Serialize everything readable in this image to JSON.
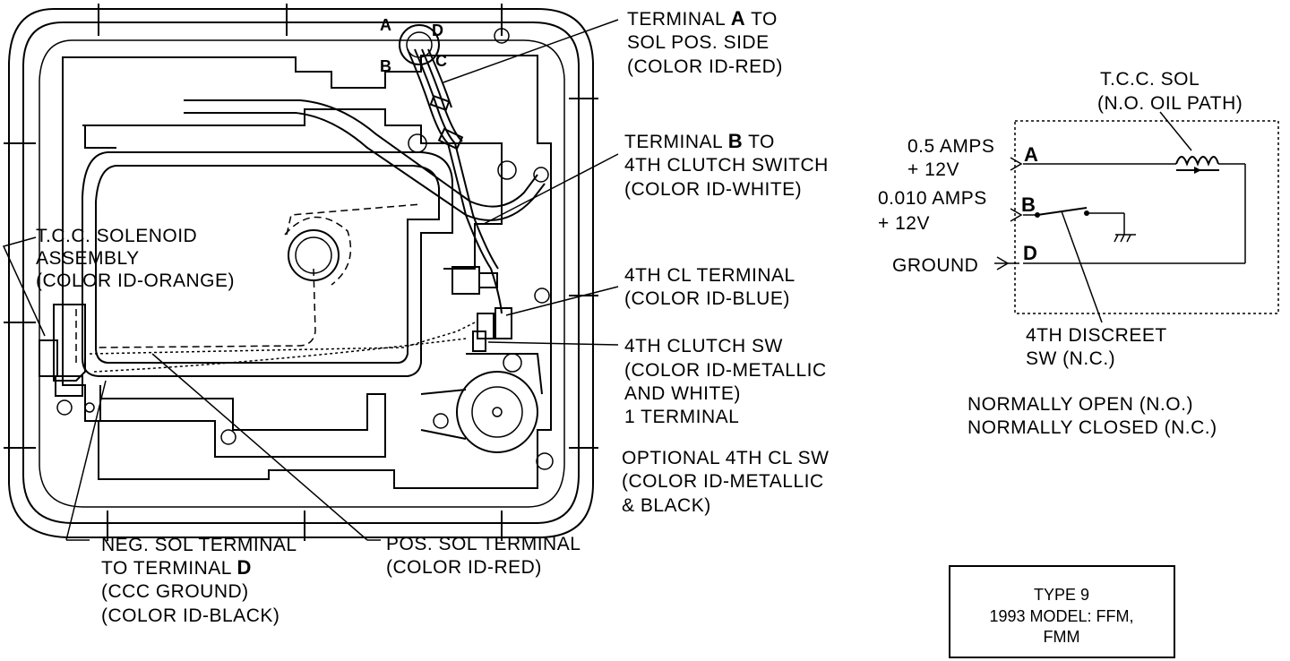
{
  "labels": {
    "term_a": [
      "TERMINAL ",
      "A",
      " TO",
      "SOL POS. SIDE",
      "(COLOR ID-RED)"
    ],
    "term_b": [
      "TERMINAL ",
      "B",
      " TO",
      "4TH CLUTCH SWITCH",
      "(COLOR ID-WHITE)"
    ],
    "tcc_assembly": [
      "T.C.C. SOLENOID",
      "ASSEMBLY",
      "(COLOR ID-ORANGE)"
    ],
    "cl_terminal": [
      "4TH CL TERMINAL",
      "(COLOR ID-BLUE)"
    ],
    "clutch_sw": [
      "4TH CLUTCH SW",
      "(COLOR ID-METALLIC",
      "AND WHITE)",
      "1 TERMINAL"
    ],
    "optional_sw": [
      "OPTIONAL 4TH CL SW",
      "(COLOR ID-METALLIC",
      "& BLACK)"
    ],
    "neg_sol": [
      "NEG. SOL TERMINAL",
      "TO TERMINAL ",
      "D",
      "(CCC GROUND)",
      "(COLOR ID-BLACK)"
    ],
    "pos_sol": [
      "POS. SOL TERMINAL",
      "(COLOR ID-RED)"
    ],
    "connector_pins": [
      "A",
      "D",
      "B",
      "C"
    ]
  },
  "schematic": {
    "tcc_sol": [
      "T.C.C. SOL",
      "(N.O. OIL PATH)"
    ],
    "line_a": {
      "amps": "0.5 AMPS",
      "volts": "+ 12V",
      "letter": "A"
    },
    "line_b": {
      "amps": "0.010 AMPS",
      "volts": "+ 12V",
      "letter": "B"
    },
    "line_d": {
      "label": "GROUND",
      "letter": "D"
    },
    "discreet_sw": [
      "4TH DISCREET",
      "SW (N.C.)"
    ],
    "legend": [
      "NORMALLY OPEN (N.O.)",
      "NORMALLY CLOSED (N.C.)"
    ]
  },
  "model_box": [
    "TYPE 9",
    "1993 MODEL: FFM,",
    "FMM"
  ]
}
